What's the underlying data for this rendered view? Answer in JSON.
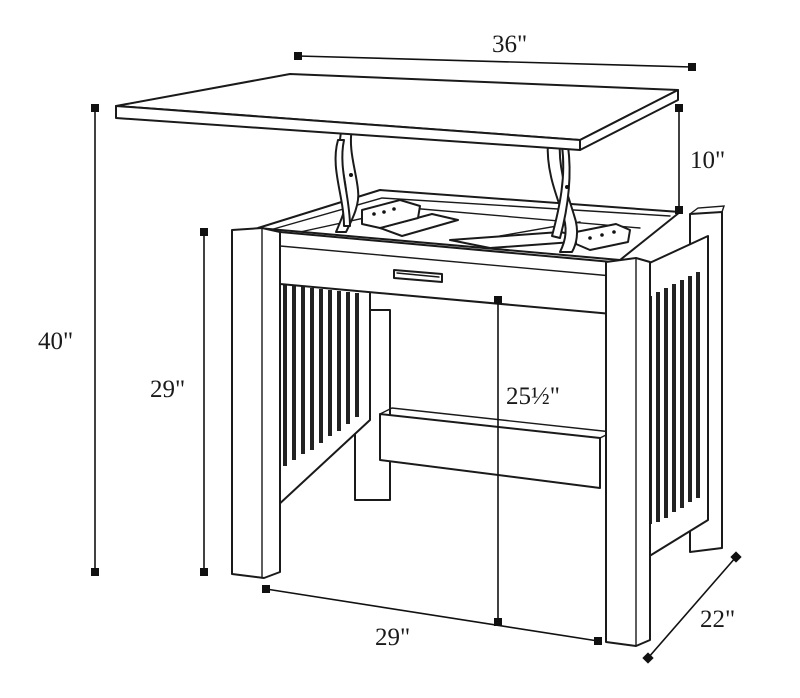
{
  "diagram": {
    "dimensions": {
      "top_width": "36\"",
      "lift_height": "10\"",
      "overall_height": "40\"",
      "table_height": "29\"",
      "knee_clearance": "25½\"",
      "base_width": "29\"",
      "depth": "22\""
    },
    "colors": {
      "line": "#1a1a1a",
      "fill": "#ffffff"
    }
  }
}
